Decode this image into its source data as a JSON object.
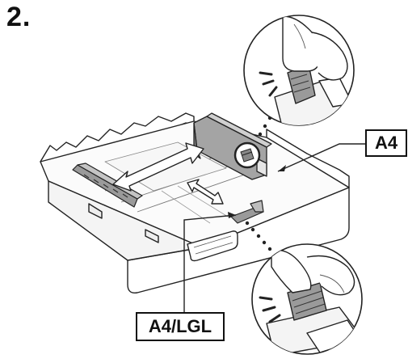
{
  "step": {
    "number": "2."
  },
  "callouts": {
    "a4_label": "A4",
    "a4lgl_label": "A4/LGL"
  },
  "colors": {
    "line": "#222222",
    "guide_fill": "#9a9a9a",
    "tray_fill": "#ffffff",
    "detail_fill": "#cccccc"
  },
  "icons": [
    "double-arrow-icon",
    "detail-zoom-icon",
    "click-mark-icon"
  ]
}
